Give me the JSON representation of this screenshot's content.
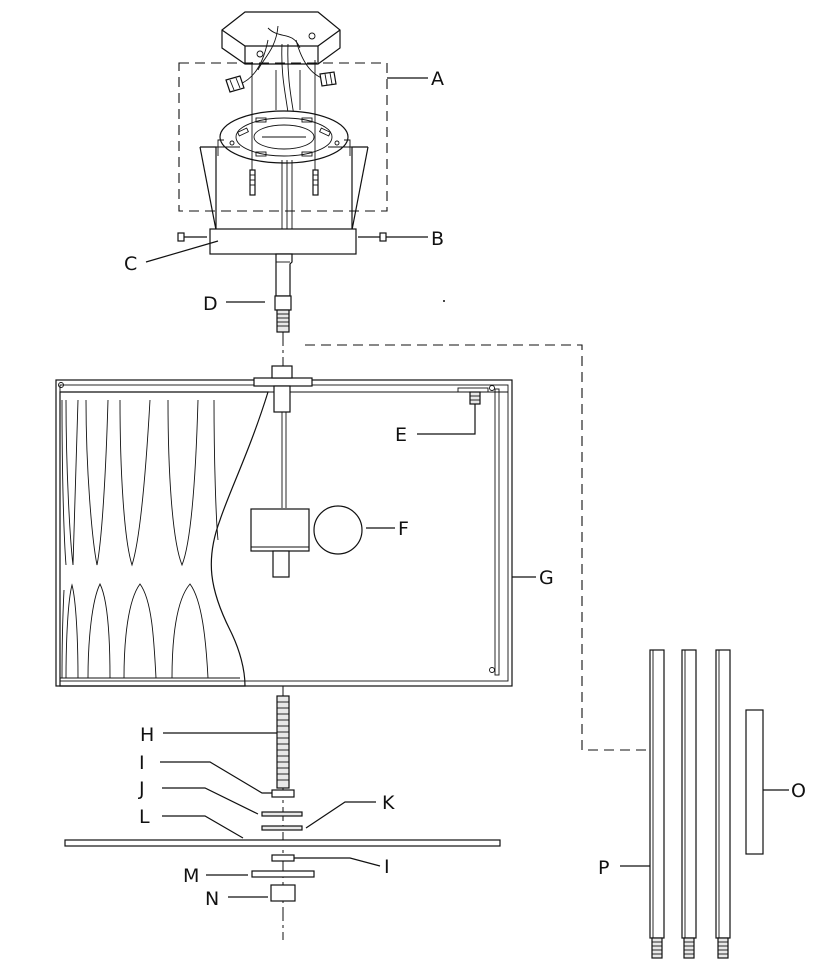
{
  "labels": {
    "A": "A",
    "B": "B",
    "C": "C",
    "D": "D",
    "E": "E",
    "F": "F",
    "G": "G",
    "H": "H",
    "I_upper": "I",
    "I_lower": "I",
    "J": "J",
    "K": "K",
    "L": "L",
    "M": "M",
    "N": "N",
    "O": "O",
    "P": "P"
  },
  "colors": {
    "line": "#111111",
    "background": "#ffffff"
  }
}
